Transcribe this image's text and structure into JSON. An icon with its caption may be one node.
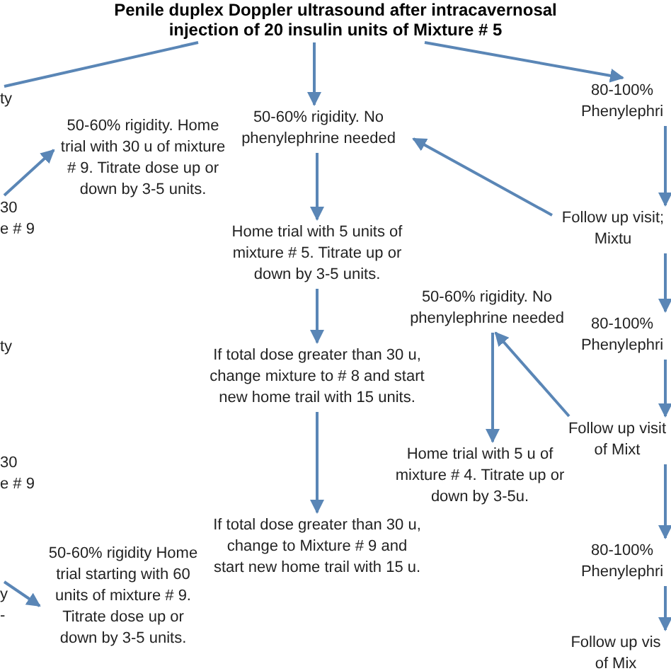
{
  "diagram": {
    "nodes": [
      {
        "text": [
          "Penile duplex Doppler ultrasound after intracavernosal injection of 20 insulin units of Mixture # 5"
        ]
      },
      {
        "text": [
          "ty"
        ]
      },
      {
        "text": [
          "30",
          "e # 9"
        ]
      },
      {
        "text": [
          "ty"
        ]
      },
      {
        "text": [
          "30",
          "e # 9"
        ]
      },
      {
        "text": [
          "y",
          "-"
        ]
      },
      {
        "text": [
          "50-60% rigidity. Home trial with 30 u of mixture # 9. Titrate dose up or down by 3-5 units."
        ]
      },
      {
        "text": [
          "50-60% rigidity. No phenylephrine needed"
        ]
      },
      {
        "text": [
          "Home trial with 5 units of mixture # 5. Titrate up or down by 3-5 units."
        ]
      },
      {
        "text": [
          "If total dose greater than 30 u, change mixture to # 8 and start new home trail with 15 units."
        ]
      },
      {
        "text": [
          "If total dose greater than 30 u, change to Mixture # 9 and start new home trail with 15 u."
        ]
      },
      {
        "text": [
          "50-60% rigidity. No phenylephrine needed"
        ]
      },
      {
        "text": [
          "Home trial with 5 u of mixture # 4. Titrate up or down by 3-5u."
        ]
      },
      {
        "text": [
          "50-60% rigidity Home trial  starting with 60 units of mixture # 9. Titrate dose up or down by 3-5 units."
        ]
      },
      {
        "text": [
          "80-100% Phenylephri"
        ]
      },
      {
        "text": [
          "Follow up visit; Mixtu"
        ]
      },
      {
        "text": [
          "80-100% Phenylephri"
        ]
      },
      {
        "text": [
          "Follow up visit of Mixt"
        ]
      },
      {
        "text": [
          "80-100% Phenylephri"
        ]
      },
      {
        "text": [
          "Follow up vis of Mix"
        ]
      }
    ],
    "edges": [
      {
        "from": 0,
        "to": 1,
        "arrow": "none"
      },
      {
        "from": 0,
        "to": 7,
        "arrow": "to"
      },
      {
        "from": 0,
        "to": 14,
        "arrow": "to"
      },
      {
        "from": 2,
        "to": 6,
        "arrow": "to"
      },
      {
        "from": 7,
        "to": 8,
        "arrow": "to"
      },
      {
        "from": 8,
        "to": 9,
        "arrow": "to"
      },
      {
        "from": 9,
        "to": 10,
        "arrow": "to"
      },
      {
        "from": 15,
        "to": 7,
        "arrow": "to"
      },
      {
        "from": 14,
        "to": 15,
        "arrow": "to"
      },
      {
        "from": 15,
        "to": 16,
        "arrow": "to"
      },
      {
        "from": 16,
        "to": 17,
        "arrow": "to"
      },
      {
        "from": 17,
        "to": 11,
        "arrow": "to"
      },
      {
        "from": 11,
        "to": 12,
        "arrow": "to"
      },
      {
        "from": 17,
        "to": 18,
        "arrow": "to"
      },
      {
        "from": 18,
        "to": 19,
        "arrow": "to"
      },
      {
        "from": 5,
        "to": 13,
        "arrow": "to"
      }
    ]
  }
}
